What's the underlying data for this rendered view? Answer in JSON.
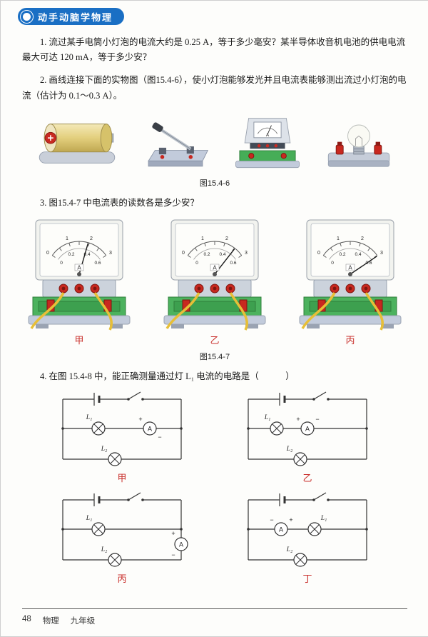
{
  "header": {
    "badge": "动手动脑学物理"
  },
  "questions": {
    "q1": "1. 流过某手电筒小灯泡的电流大约是 0.25 A，等于多少毫安？某半导体收音机电池的供电电流最大可达 120 mA，等于多少安？",
    "q2": "2. 画线连接下面的实物图（图15.4-6），使小灯泡能够发光并且电流表能够测出流过小灯泡的电流（估计为 0.1～0.3 A）。",
    "q3": "3. 图15.4-7 中电流表的读数各是多少安？",
    "q4": "4. 在图 15.4-8 中，能正确测量通过灯 L₁ 电流的电路是（　　　）"
  },
  "figures": {
    "fig6_caption": "图15.4-6",
    "fig7_caption": "图15.4-7",
    "fig7_labels": [
      "甲",
      "乙",
      "丙"
    ],
    "fig8_labels": [
      "甲",
      "乙",
      "丙",
      "丁"
    ]
  },
  "meter": {
    "unit_label": "A",
    "scale_top": [
      "0",
      "1",
      "2",
      "3"
    ],
    "scale_bottom": [
      "0",
      "0.2",
      "0.4",
      "0.6"
    ]
  },
  "circuit": {
    "lamp1": "L₁",
    "lamp2": "L₂",
    "ammeter": "A",
    "plus": "+",
    "minus": "−"
  },
  "colors": {
    "header_blue": "#1a6fc4",
    "label_red": "#c9302c"
  },
  "footer": {
    "page_number": "48",
    "subject": "物理",
    "grade": "九年级"
  }
}
